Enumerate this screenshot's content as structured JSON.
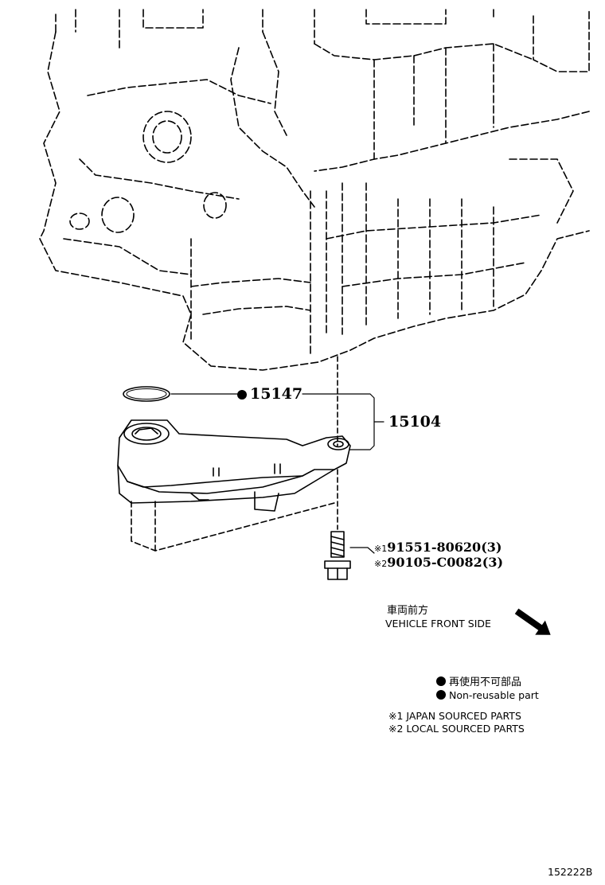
{
  "parts": {
    "gasket": {
      "number": "15147",
      "marker": "non-reusable"
    },
    "strainer": {
      "number": "15104"
    },
    "bolt": {
      "japan": {
        "ref_mark": "※1",
        "number": "91551-80620(3)"
      },
      "local": {
        "ref_mark": "※2",
        "number": "90105-C0082(3)"
      }
    }
  },
  "direction": {
    "label_jp": "車両前方",
    "label_en": "VEHICLE FRONT SIDE",
    "arrow_icon": "arrow-down-right-icon"
  },
  "legend": {
    "nonreusable_jp": "再使用不可部品",
    "nonreusable_en": "Non-reusable part",
    "japan_sourced": "※1 JAPAN SOURCED PARTS",
    "local_sourced": "※2 LOCAL SOURCED PARTS"
  },
  "figure_id": "152222B",
  "colors": {
    "ink": "#000000",
    "paper": "#ffffff"
  }
}
